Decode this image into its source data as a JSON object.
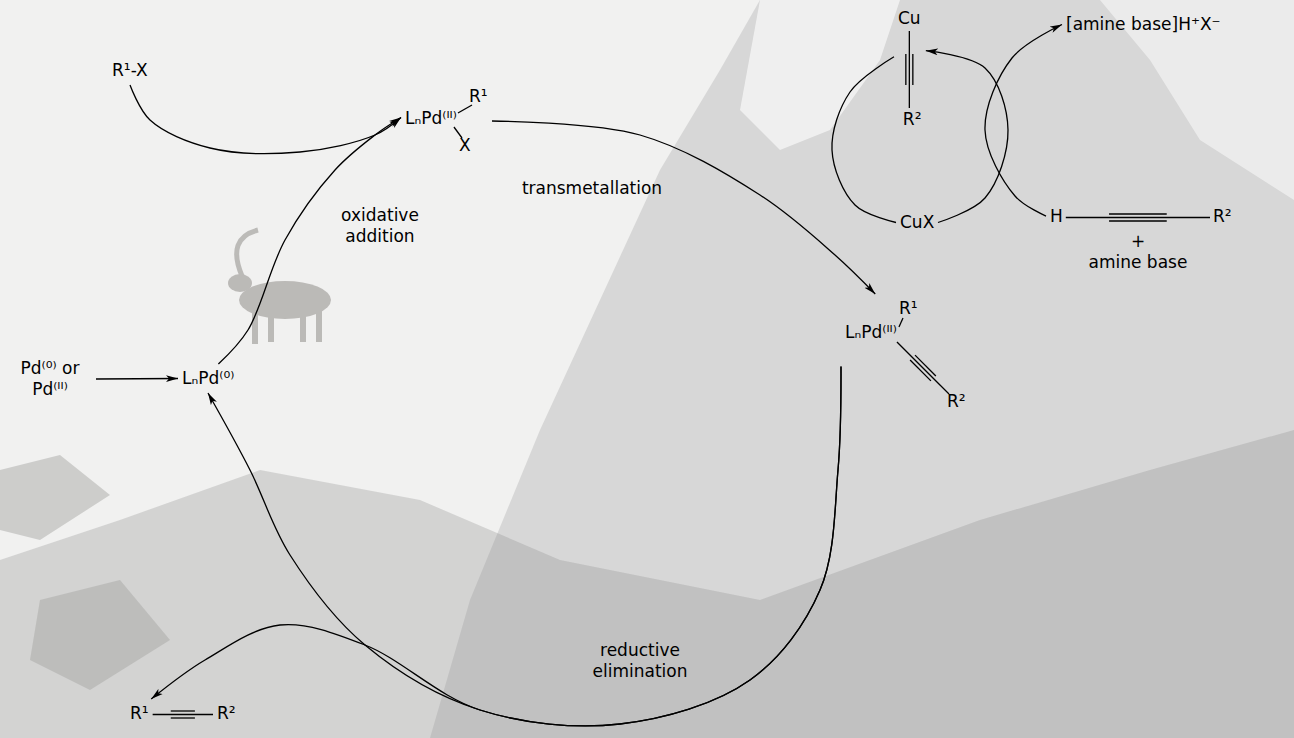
{
  "diagram": {
    "nodes": [
      {
        "text": [
          "R¹-X"
        ]
      },
      {
        "text": [
          "R¹",
          "LₙPd⁽ᴵᴵ⁾",
          "X"
        ]
      },
      {
        "text": [
          "Cu",
          "R²"
        ]
      },
      {
        "text": [
          "[amine base]H⁺X⁻"
        ]
      },
      {
        "text": [
          "CuX"
        ]
      },
      {
        "text": [
          "H",
          "R²",
          "+",
          "amine base"
        ]
      },
      {
        "text": [
          "Pd⁽⁰⁾ or Pd⁽ᴵᴵ⁾"
        ]
      },
      {
        "text": [
          "LₙPd⁽⁰⁾"
        ]
      },
      {
        "text": [
          "R¹",
          "LₙPd⁽ᴵᴵ⁾",
          "R²"
        ]
      },
      {
        "text": [
          "R¹",
          "R²"
        ]
      }
    ],
    "edges": [
      {
        "from": 7,
        "to": 1,
        "arrow": "to",
        "label": "oxidative addition"
      },
      {
        "from": 1,
        "to": 8,
        "arrow": "to",
        "label": "transmetallation"
      },
      {
        "from": 8,
        "to": 7,
        "arrow": "to",
        "label": "reductive elimination"
      },
      {
        "from": 6,
        "to": 7,
        "arrow": "to"
      },
      {
        "from": 0,
        "to": 1,
        "arrow": "to"
      },
      {
        "from": 8,
        "to": 9,
        "arrow": "to"
      },
      {
        "from": 4,
        "to": 2,
        "arrow": "to"
      },
      {
        "from": 2,
        "to": 4,
        "arrow": "none"
      },
      {
        "from": 5,
        "to": 3,
        "arrow": "to"
      }
    ]
  }
}
